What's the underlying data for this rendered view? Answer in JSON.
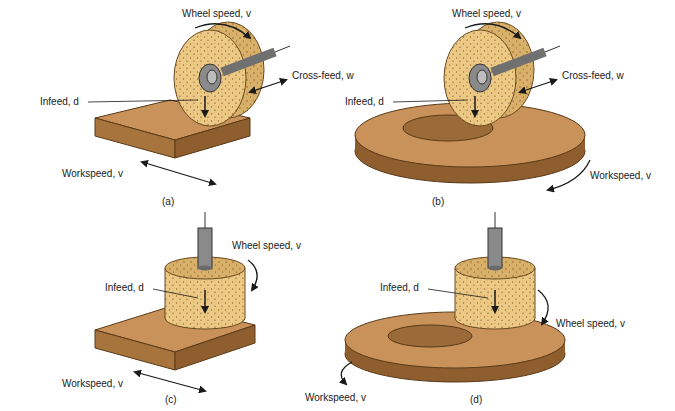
{
  "diagram": {
    "labels": [
      "Wheel speed, v",
      "Infeed, d",
      "Cross-feed, w",
      "Workspeed, v",
      "(a)",
      "Wheel speed, v",
      "Infeed, d",
      "Cross-feed, w",
      "Workspeed, v",
      "(b)",
      "Wheel speed, v",
      "Infeed, d",
      "Workspeed, v",
      "(c)",
      "Infeed, d",
      "Wheel speed, v",
      "Workspeed, v",
      "(d)"
    ]
  }
}
